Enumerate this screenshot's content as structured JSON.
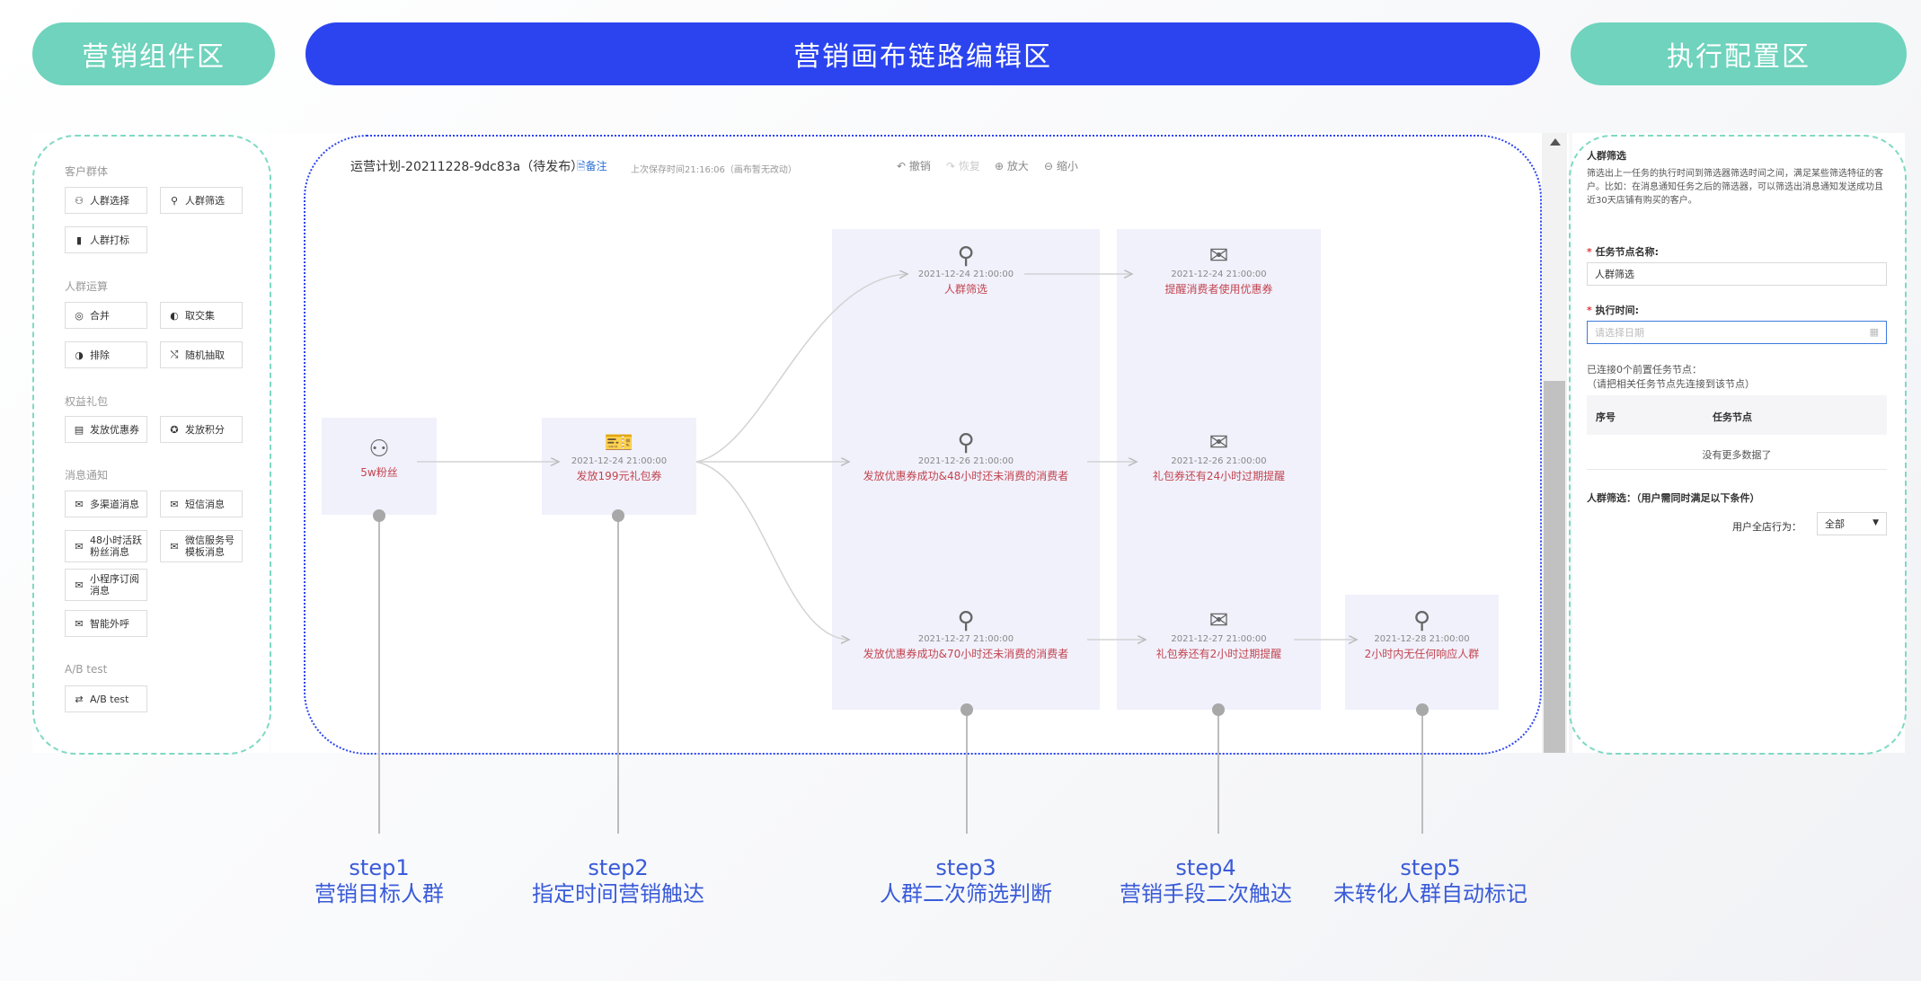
{
  "header": {
    "left_label": "营销组件区",
    "center_label": "营销画布链路编辑区",
    "right_label": "执行配置区"
  },
  "sidebar": {
    "sections": [
      {
        "title": "客户群体",
        "items": [
          {
            "label": "人群选择",
            "icon": "people-select-icon"
          },
          {
            "label": "人群筛选",
            "icon": "people-filter-icon"
          },
          {
            "label": "人群打标",
            "icon": "bookmark-icon"
          }
        ]
      },
      {
        "title": "人群运算",
        "items": [
          {
            "label": "合并",
            "icon": "merge-icon"
          },
          {
            "label": "取交集",
            "icon": "intersect-icon"
          },
          {
            "label": "排除",
            "icon": "exclude-icon"
          },
          {
            "label": "随机抽取",
            "icon": "shuffle-icon"
          }
        ]
      },
      {
        "title": "权益礼包",
        "items": [
          {
            "label": "发放优惠券",
            "icon": "coupon-icon"
          },
          {
            "label": "发放积分",
            "icon": "points-icon"
          }
        ]
      },
      {
        "title": "消息通知",
        "items": [
          {
            "label": "多渠道消息",
            "icon": "mail-icon"
          },
          {
            "label": "短信消息",
            "icon": "mail-icon"
          },
          {
            "label": "48小时活跃\n粉丝消息",
            "icon": "mail-icon"
          },
          {
            "label": "微信服务号\n模板消息",
            "icon": "mail-icon"
          },
          {
            "label": "小程序订阅\n消息",
            "icon": "mail-icon"
          },
          {
            "label": "智能外呼",
            "icon": "mail-icon"
          }
        ]
      },
      {
        "title": "A/B test",
        "items": [
          {
            "label": "A/B test",
            "icon": "ab-test-icon"
          }
        ]
      }
    ]
  },
  "canvas": {
    "plan_title": "运营计划-20211228-9dc83a（待发布）",
    "note_label": "备注",
    "save_status": "上次保存时间21:16:06（画布暂无改动）",
    "toolbar": {
      "undo": "撤销",
      "redo": "恢复",
      "zoom_in": "放大",
      "zoom_out": "缩小"
    },
    "nodes": {
      "fans": {
        "label": "5w粉丝",
        "time": ""
      },
      "gift": {
        "label": "发放199元礼包券",
        "time": "2021-12-24 21:00:00"
      },
      "filter1": {
        "label": "人群筛选",
        "time": "2021-12-24 21:00:00"
      },
      "remind1": {
        "label": "提醒消费者使用优惠券",
        "time": "2021-12-24 21:00:00"
      },
      "filter2": {
        "label": "发放优惠券成功&48小时还未消费的消费者",
        "time": "2021-12-26 21:00:00"
      },
      "remind2": {
        "label": "礼包券还有24小时过期提醒",
        "time": "2021-12-26 21:00:00"
      },
      "filter3": {
        "label": "发放优惠券成功&70小时还未消费的消费者",
        "time": "2021-12-27 21:00:00"
      },
      "remind3": {
        "label": "礼包券还有2小时过期提醒",
        "time": "2021-12-27 21:00:00"
      },
      "mark": {
        "label": "2小时内无任何响应人群",
        "time": "2021-12-28 21:00:00"
      }
    }
  },
  "steps": [
    {
      "num": "step1",
      "text": "营销目标人群"
    },
    {
      "num": "step2",
      "text": "指定时间营销触达"
    },
    {
      "num": "step3",
      "text": "人群二次筛选判断"
    },
    {
      "num": "step4",
      "text": "营销手段二次触达"
    },
    {
      "num": "step5",
      "text": "未转化人群自动标记"
    }
  ],
  "config": {
    "title": "人群筛选",
    "description": "筛选出上一任务的执行时间到筛选器筛选时间之间，满足某些筛选特征的客户。比如：在消息通知任务之后的筛选器，可以筛选出消息通知发送成功且近30天店铺有购买的客户。",
    "task_name_label": "任务节点名称:",
    "task_name_value": "人群筛选",
    "exec_time_label": "执行时间:",
    "exec_time_placeholder": "请选择日期",
    "connected_info": "已连接0个前置任务节点：",
    "connected_hint": "（请把相关任务节点先连接到该节点）",
    "table_headers": [
      "序号",
      "任务节点"
    ],
    "empty_text": "没有更多数据了",
    "condition_label": "人群筛选：（用户需同时满足以下条件）",
    "behavior_label": "用户全店行为：",
    "behavior_value": "全部"
  }
}
